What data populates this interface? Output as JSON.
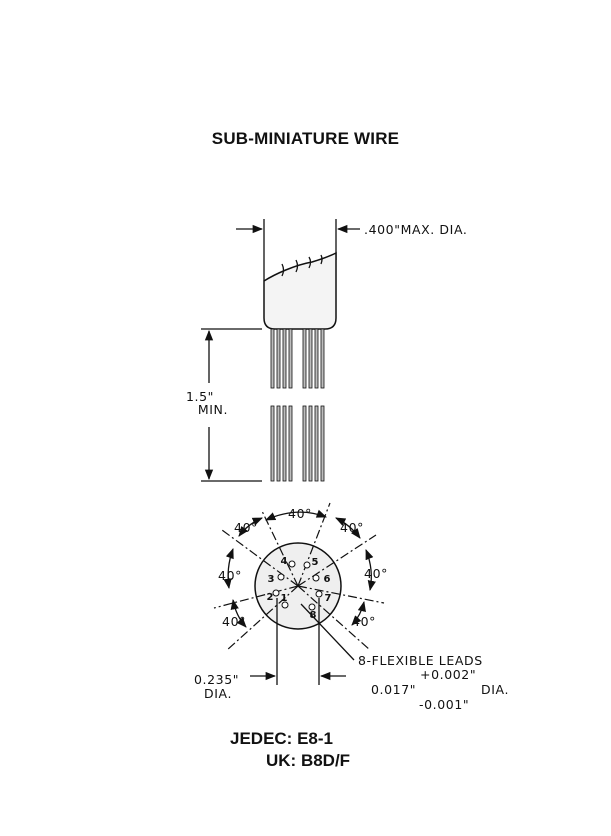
{
  "title": "SUB-MINIATURE WIRE",
  "dimensions": {
    "diameter": ".400\"MAX. DIA.",
    "lead_length_value": "1.5\"",
    "lead_length_unit": "MIN.",
    "pin_circle": "0.235\"",
    "pin_circle_unit": "DIA.",
    "lead_dia": "0.017\"",
    "lead_dia_plus": "+0.002\"",
    "lead_dia_minus": "-0.001\"",
    "lead_dia_unit": "DIA."
  },
  "leads_note": "8-FLEXIBLE LEADS",
  "angle_label": "40°",
  "pins": [
    "1",
    "2",
    "3",
    "4",
    "5",
    "6",
    "7",
    "8"
  ],
  "codes": {
    "jedec": "JEDEC: E8-1",
    "uk": "UK: B8D/F"
  }
}
